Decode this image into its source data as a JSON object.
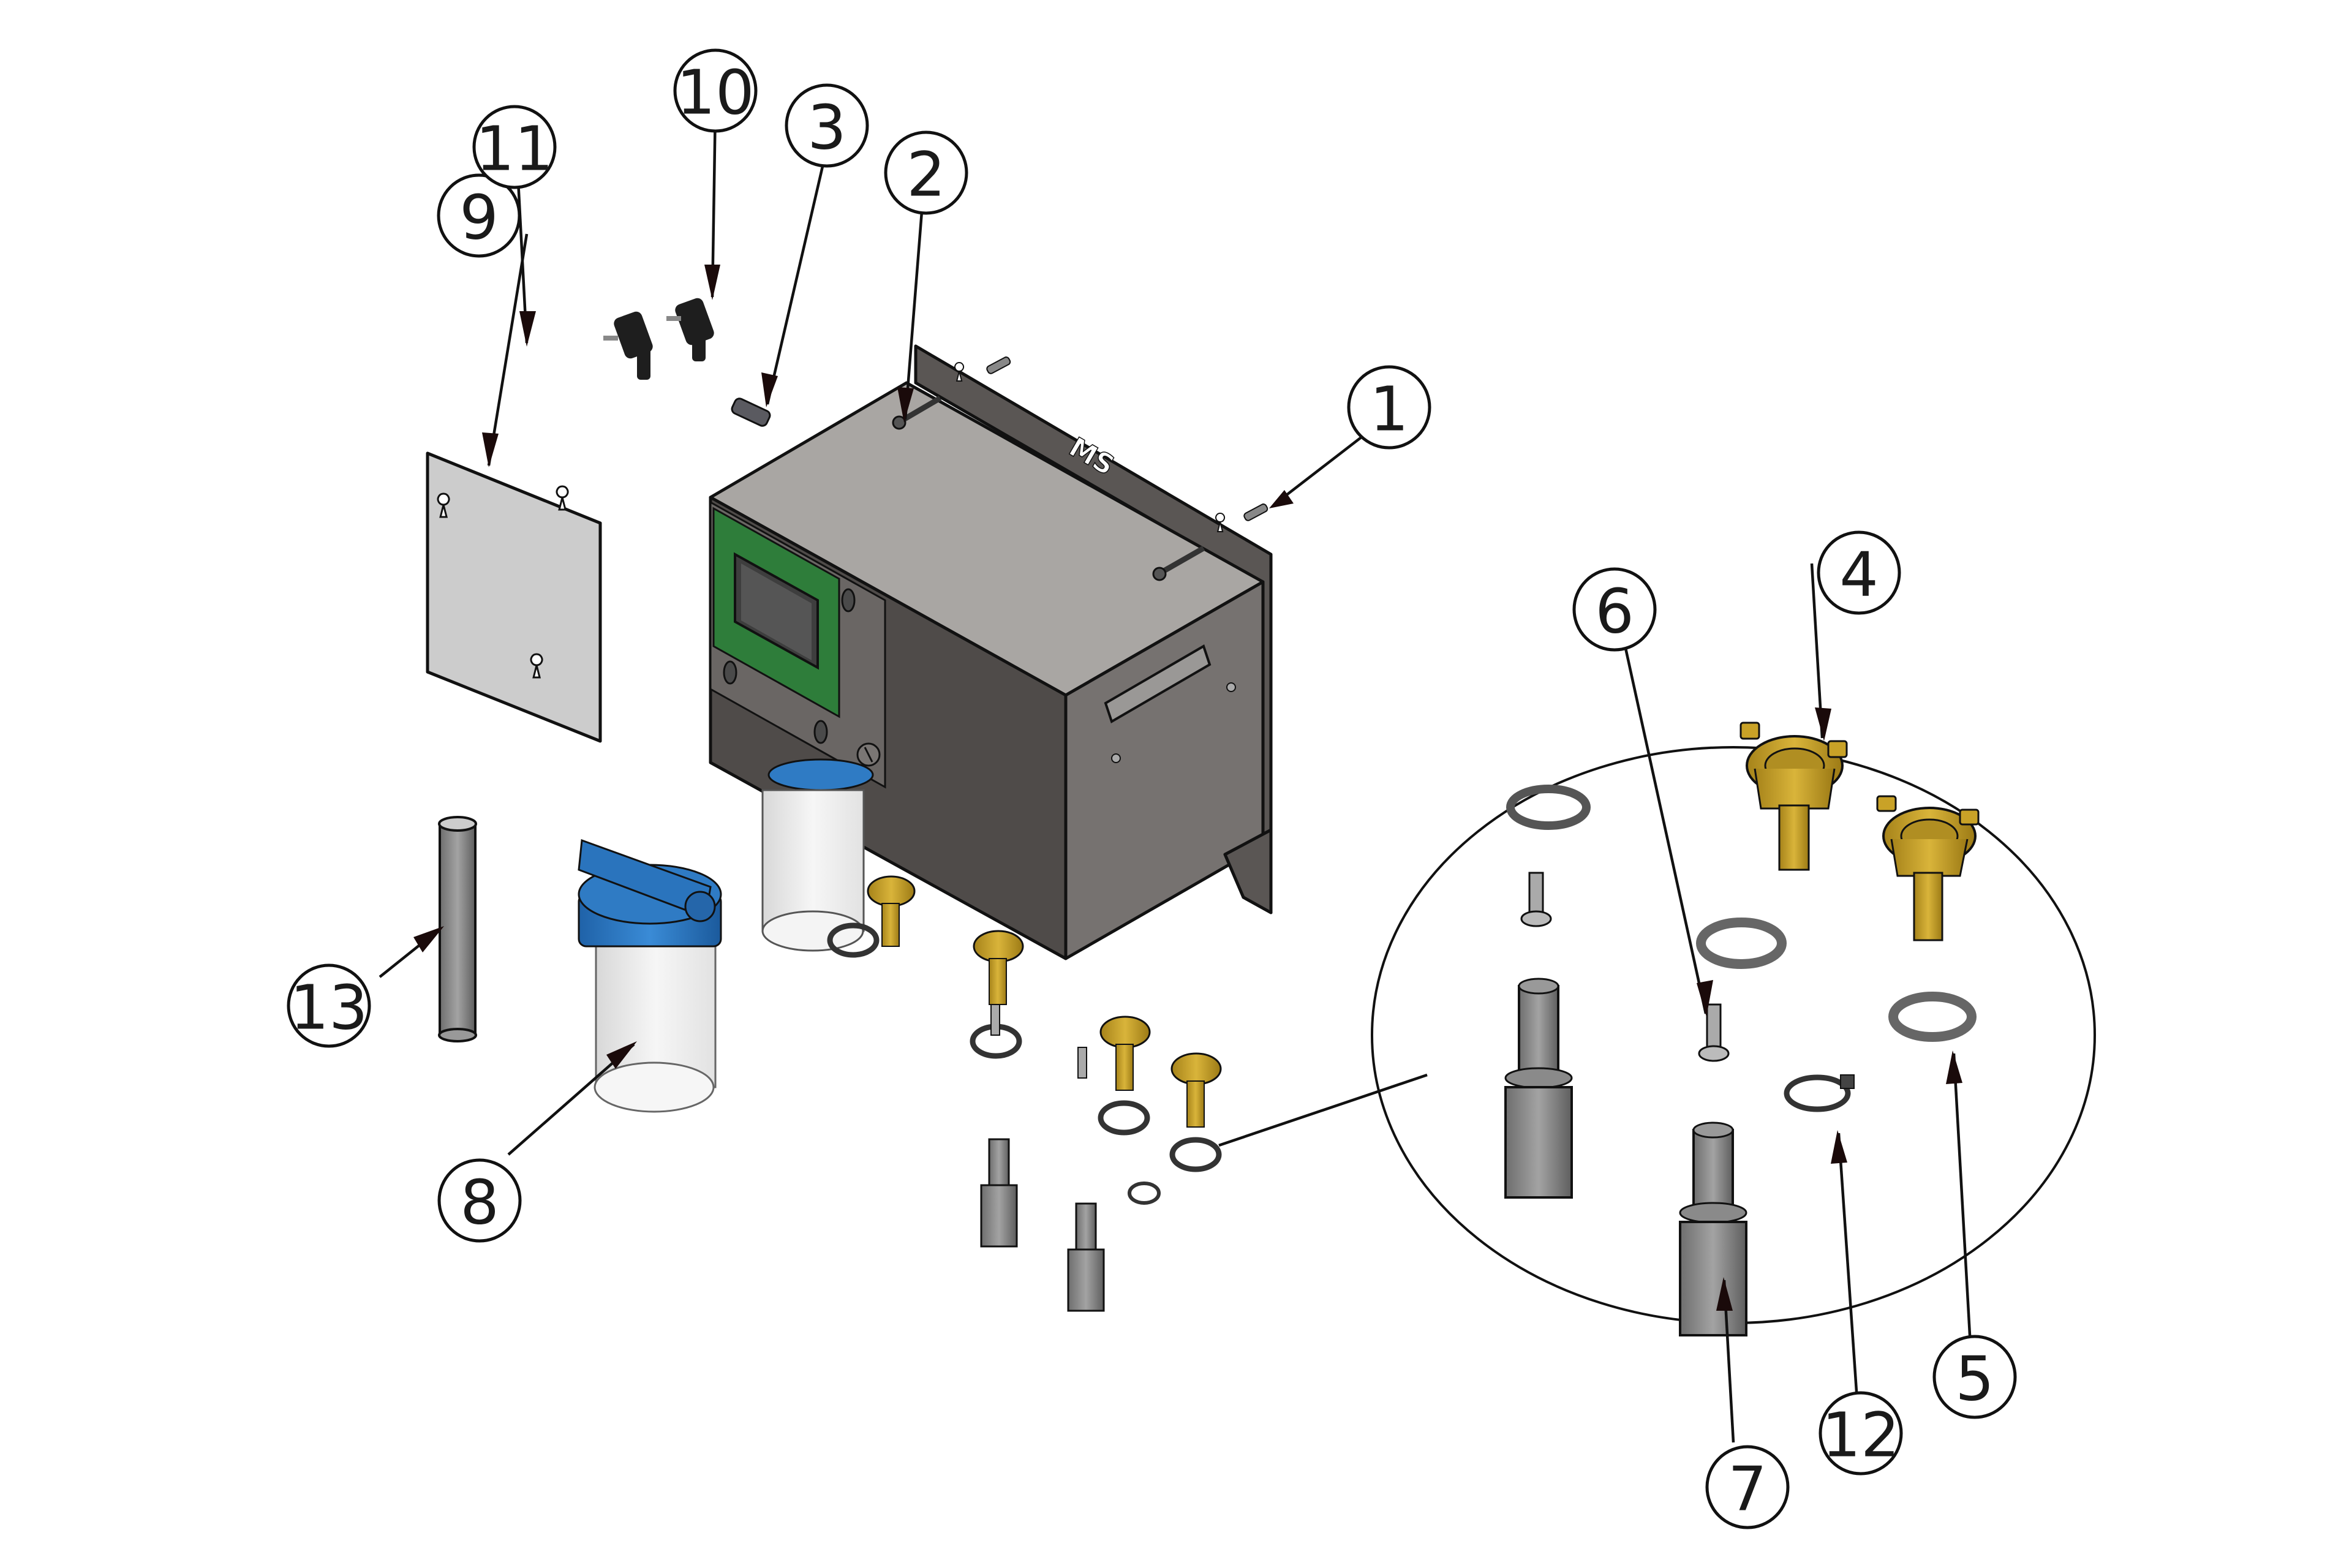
{
  "diagram": {
    "type": "exploded-parts-view",
    "brand_logo_text": "MS",
    "colors": {
      "background": "#ffffff",
      "housing_top": "#a9a6a3",
      "housing_front": "#4f4b49",
      "housing_side": "#767270",
      "mounting_bracket": "#5a5654",
      "control_panel_green": "#2e7d3a",
      "filter_cap_blue": "#2f7bc4",
      "brass_fitting": "#c9a227",
      "clear_bowl": "#eeeeee",
      "steel_part": "#8a8a8a",
      "black_plug": "#1e1e1e"
    },
    "callouts": [
      {
        "number": "1",
        "part": "wall plug / anchor"
      },
      {
        "number": "2",
        "part": "mounting screw"
      },
      {
        "number": "3",
        "part": "connector"
      },
      {
        "number": "4",
        "part": "brass quick coupling"
      },
      {
        "number": "5",
        "part": "hose clamp"
      },
      {
        "number": "6",
        "part": "hose barb nipple"
      },
      {
        "number": "7",
        "part": "steel adapter"
      },
      {
        "number": "8",
        "part": "filter housing with blue cap"
      },
      {
        "number": "9",
        "part": "mounting plate"
      },
      {
        "number": "10",
        "part": "power plug"
      },
      {
        "number": "11",
        "part": "power plug"
      },
      {
        "number": "12",
        "part": "cable clip"
      },
      {
        "number": "13",
        "part": "filter cartridge"
      }
    ]
  }
}
